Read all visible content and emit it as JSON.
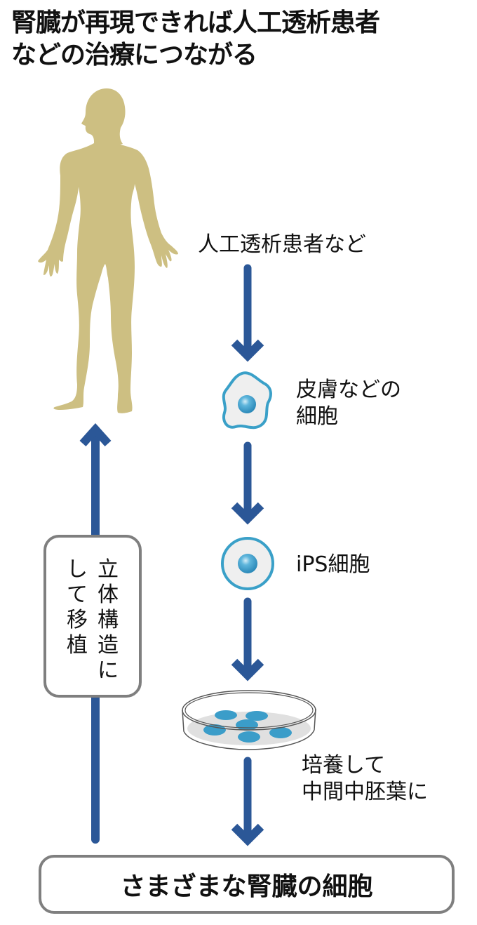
{
  "title": {
    "line1": "腎臓が再現できれば人工透析患者",
    "line2": "などの治療につながる"
  },
  "colors": {
    "arrow": "#2b5797",
    "figure": "#cdbf82",
    "cell_outline": "#3aa0c8",
    "cell_fill": "#efefef",
    "nucleus": "#3b9dc9",
    "box_border": "#7f7f7f"
  },
  "steps": {
    "patient": "人工透析患者など",
    "skin_cell": [
      "皮膚などの",
      "細胞"
    ],
    "ips_cell": "iPS細胞",
    "culture": [
      "培養して",
      "中間中胚葉に"
    ]
  },
  "transplant_box": {
    "col_right": [
      "立",
      "体",
      "構",
      "造",
      "に"
    ],
    "col_left": [
      "し",
      "て",
      "移",
      "植"
    ]
  },
  "result_box": "さまざまな腎臓の細胞",
  "icons": [
    "human-figure-icon",
    "skin-cell-icon",
    "ips-cell-icon",
    "petri-dish-icon"
  ]
}
